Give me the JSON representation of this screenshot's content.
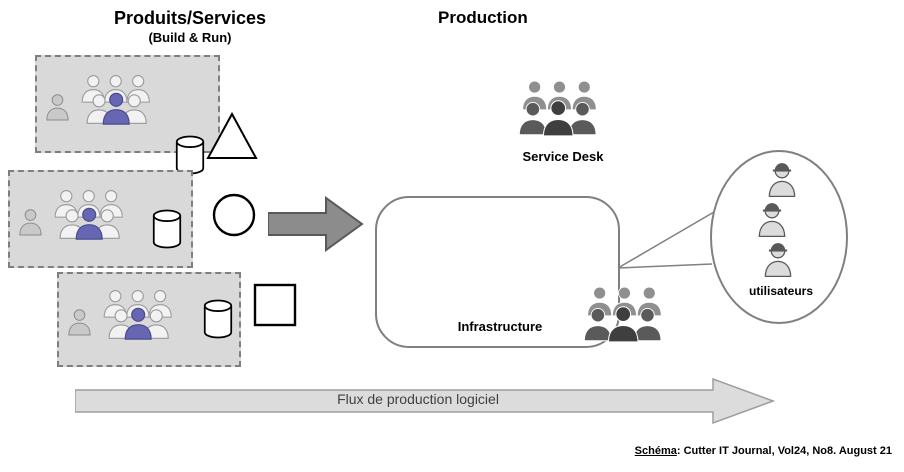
{
  "titles": {
    "produits": "Produits/Services",
    "build_run": "(Build & Run)",
    "production": "Production"
  },
  "labels": {
    "service_desk": "Service Desk",
    "infrastructure": "Infrastructure",
    "utilisateurs": "utilisateurs",
    "flux": "Flux de production logiciel"
  },
  "credit": {
    "source_word": "Schéma",
    "text": ": Cutter IT Journal, Vol24, No8. August 21"
  },
  "colors": {
    "box_fill": "#d9d9d9",
    "person_accent": "#6666b3",
    "person_light": "#f2f2f2",
    "person_dark": "#3f3f3f",
    "arrow_fill": "#8c8c8c",
    "flux_arrow_fill": "#dcdcdc",
    "outline": "#808080"
  }
}
